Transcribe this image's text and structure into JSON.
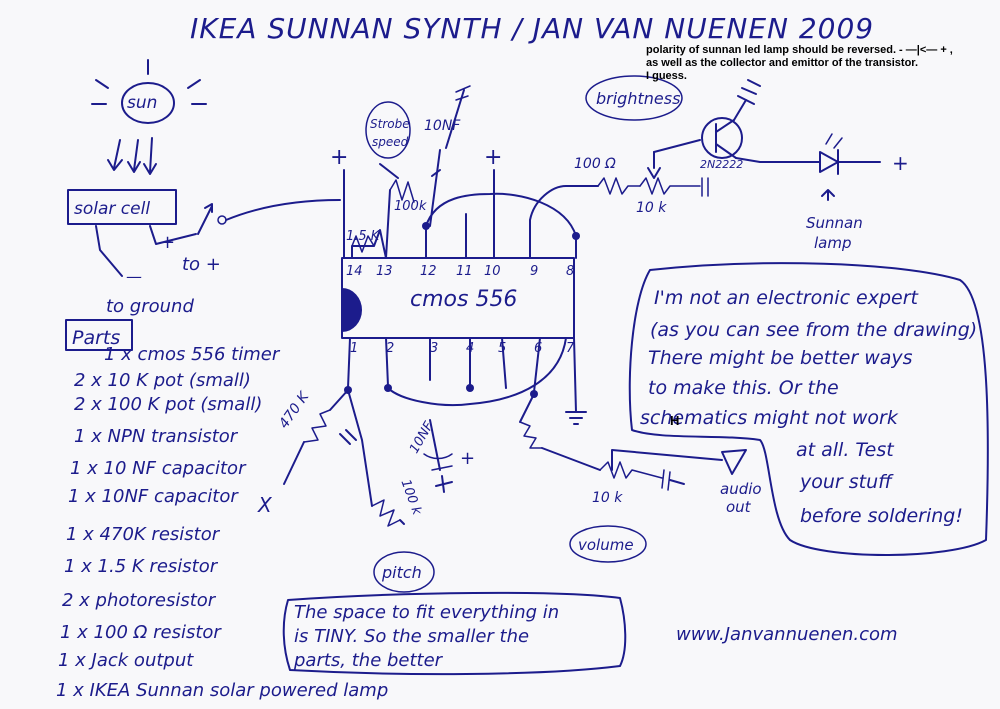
{
  "title": "IKEA SUNNAN SYNTH / JAN VAN NUENEN 2009",
  "correction_note": {
    "line1": "polarity of sunnan led lamp should be reversed. - —|<— + ,",
    "line2": "as well as the collector and emittor of the transistor.",
    "line3": "I guess."
  },
  "stray_mark": "H",
  "labels": {
    "sun": "sun",
    "solar_cell": "solar cell",
    "to_plus": "to +",
    "to_ground": "to ground",
    "plus": "+",
    "minus": "—",
    "strobe_speed_1": "Strobe",
    "strobe_speed_2": "speed",
    "cap_10nf_top": "10NF",
    "r_1_5k": "1.5 K",
    "pot_100k_top": "100k",
    "r_100_ohm": "100 Ω",
    "pot_10k_top": "10 k",
    "brightness": "brightness",
    "transistor": "2N2222",
    "sunnan_lamp_1": "Sunnan",
    "sunnan_lamp_2": "lamp",
    "chip": "cmos 556",
    "pins_top": [
      "14",
      "13",
      "12",
      "11",
      "10",
      "9",
      "8"
    ],
    "pins_bottom": [
      "1",
      "2",
      "3",
      "4",
      "5",
      "6",
      "7"
    ],
    "r_470k": "470 K",
    "pot_100k_bottom": "100 k",
    "cap_10nf_bottom": "10NF",
    "pitch": "pitch",
    "pot_10k_bottom": "10 k",
    "volume": "volume",
    "audio_out_1": "audio",
    "audio_out_2": "out",
    "x_mark": "X"
  },
  "parts_heading": "Parts",
  "parts": [
    "1 x cmos 556 timer",
    "2 x 10 K pot (small)",
    "2 x 100 K pot (small)",
    "1 x NPN transistor",
    "1 x 10 NF capacitor",
    "1 x 10NF capacitor",
    "1 x 470K resistor",
    "1 x 1.5 K resistor",
    "2 x photoresistor",
    "1 x 100 Ω resistor",
    "1 x Jack output",
    "1 x IKEA Sunnan solar powered lamp"
  ],
  "disclaimer": [
    "I'm not an electronic expert",
    "(as you can see from the drawing)",
    "There might be better ways",
    "to make this. Or the",
    "schematics might not work",
    "at all. Test",
    "your stuff",
    "before soldering!"
  ],
  "space_note": [
    "The space to fit everything in",
    "is TINY. So the smaller the",
    "parts, the better"
  ],
  "website": "www.Janvannuenen.com",
  "ink_color": "#1c1c8c"
}
